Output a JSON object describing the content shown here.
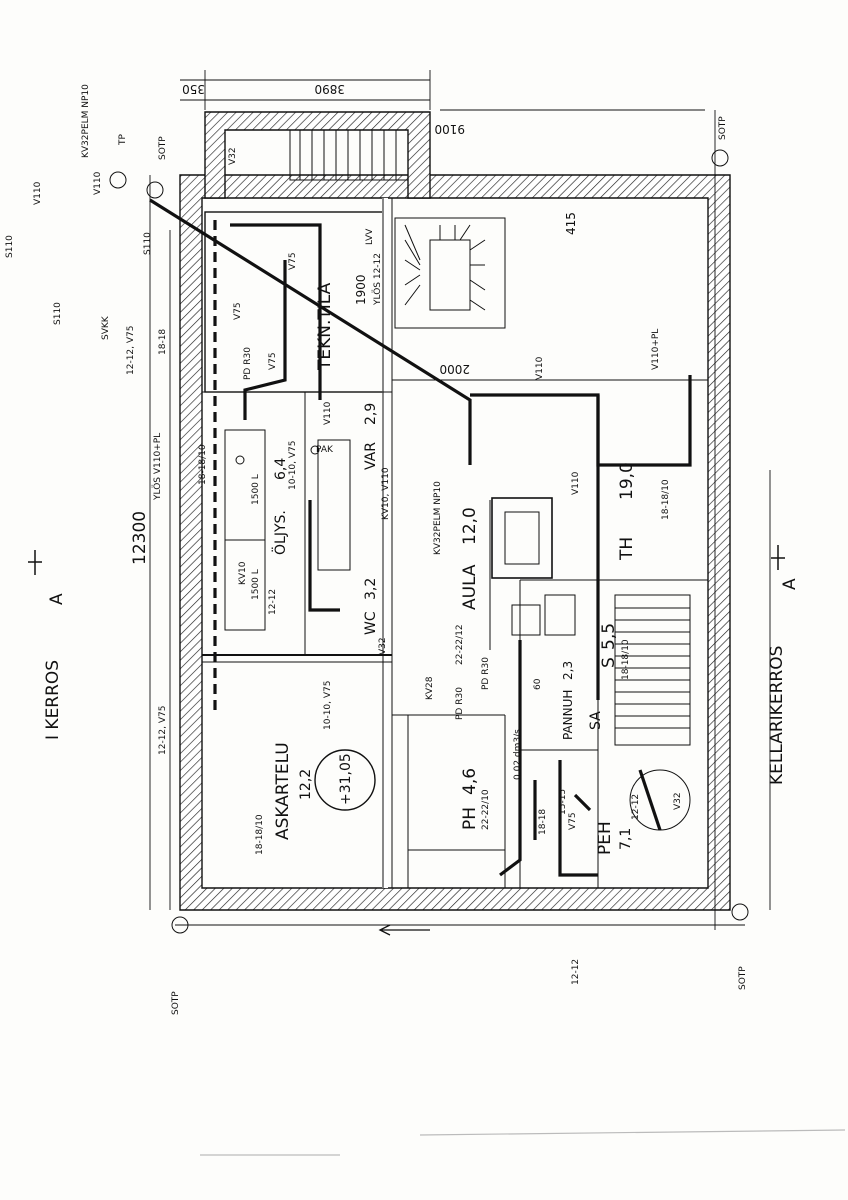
{
  "floor_left": "I KERROS",
  "floor_right": "KELLARIKERROS",
  "section_marker": "A",
  "dimensions": {
    "top_a": "3890",
    "top_b": "350",
    "side_top": "9100",
    "overall": "12300",
    "stair": "2000",
    "d1900": "1900",
    "d415": "415"
  },
  "rooms": {
    "askartelu_name": "ASKARTELU",
    "askartelu_area": "12,2",
    "oljys_name": "ÖLJYS.",
    "oljys_area": "6,4",
    "var_name": "VAR",
    "var_area": "2,9",
    "wc_name": "WC",
    "wc_area": "3,2",
    "aula_name": "AULA",
    "aula_area": "12,0",
    "th_name": "TH",
    "th_area": "19,0",
    "ph_name": "PH",
    "ph_area": "4,6",
    "pannuh_name": "PANNUH",
    "pannuh_area": "2,3",
    "s_name": "S",
    "s_area": "5,5",
    "peh_name": "PEH",
    "peh_area": "7,1",
    "sa_name": "SA",
    "tekn_name": "TEKN.TILA"
  },
  "level": "+31,05",
  "tank1": "1500 L",
  "tank2": "1500 L",
  "codes": {
    "kv32pelm_np10": "KV32PELM NP10",
    "kv32pelm_np10_b": "KV32PELM NP10",
    "tp": "TP",
    "sotp1": "SOTP",
    "sotp2": "SOTP",
    "sotp3": "SOTP",
    "sotp4": "SOTP",
    "svkk": "SVKK",
    "s110a": "S110",
    "s110b": "S110",
    "s110c": "S110",
    "v110a": "V110",
    "v110b": "V110",
    "v110c": "V110",
    "v110d": "V110",
    "v110pl": "V110+PL",
    "ylos_v110pl": "YLÖS V110+PL",
    "ylos_1212": "YLÖS 12-12",
    "c1212_v75a": "12-12, V75",
    "c1212_v75b": "12-12, V75",
    "c1818a": "18-18",
    "c1818_10a": "18-18/10",
    "c1818_10b": "18-18/10",
    "c1818_10c": "18-18/10",
    "c1818_10d": "18-18/10",
    "c1212a": "12-12",
    "c1212b": "12-12",
    "c1212c": "12-12",
    "c1010_v75": "10-10, V75",
    "c1010_v75b": "10-10, V75",
    "c2222_12": "22-22/12",
    "c2222_10": "22-22/10",
    "c1515": "15-15",
    "c1818b": "18-18",
    "kv28": "KV28",
    "kv10": "KV10",
    "kv10_v110": "KV10, V110",
    "pd_r30a": "PD R30",
    "pd_r30b": "PD R30",
    "pd_r30c": "PD R30",
    "v32a": "V32",
    "v32b": "V32",
    "v32c": "V32",
    "v75a": "V75",
    "v75b": "V75",
    "v75c": "V75",
    "v75d": "V75",
    "v110e": "V110",
    "flow": "0,02 dm3/s",
    "d60": "60",
    "pak": "PAK",
    "lvv": "LVV"
  }
}
